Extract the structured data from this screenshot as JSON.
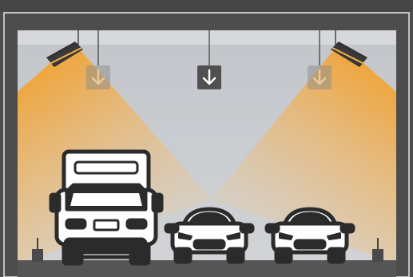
{
  "scene": {
    "description_label": "",
    "colors": {
      "frame": "#4d4d4d",
      "tunnel_wall": "#c6c9cd",
      "tunnel_top_band": "#d3d5d8",
      "light_beam": "#f4a12a",
      "road": "#555555",
      "vehicle_fill": "#ffffff",
      "vehicle_outline": "#2f2f2f",
      "sign_fill": "#505050"
    },
    "lights": [
      {
        "name": "left-tunnel-light",
        "state": "on"
      },
      {
        "name": "right-tunnel-light",
        "state": "on"
      }
    ],
    "lane_signs": [
      {
        "name": "lane-sign-left",
        "icon": "arrow-down-icon",
        "highlighted": false
      },
      {
        "name": "lane-sign-center",
        "icon": "arrow-down-icon",
        "highlighted": true
      },
      {
        "name": "lane-sign-right",
        "icon": "arrow-down-icon",
        "highlighted": false
      }
    ],
    "vehicles": [
      {
        "name": "truck",
        "type": "box-truck"
      },
      {
        "name": "car-middle",
        "type": "sports-car"
      },
      {
        "name": "car-right",
        "type": "sports-car"
      }
    ]
  }
}
